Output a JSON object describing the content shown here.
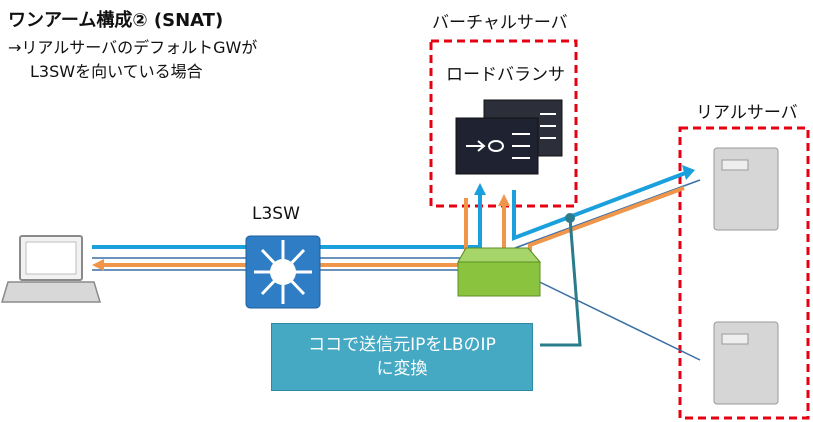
{
  "title": "ワンアーム構成② (SNAT)",
  "subtitle_line1": "→リアルサーバのデフォルトGWが",
  "subtitle_line2": "L3SWを向いている場合",
  "virtual_server_label": "バーチャルサーバ",
  "load_balancer_label": "ロードバランサ",
  "real_server_label": "リアルサーバ",
  "l3sw_label": "L3SW",
  "callout_line1": "ココで送信元IPをLBのIP",
  "callout_line2": "に変換",
  "colors": {
    "red_dash": "#e60012",
    "blue_flow": "#1aa0dc",
    "orange_flow": "#f0964b",
    "link": "#3a6fa6",
    "switch_green": "#8ac43f",
    "l3sw_blue": "#2f7dc4"
  }
}
